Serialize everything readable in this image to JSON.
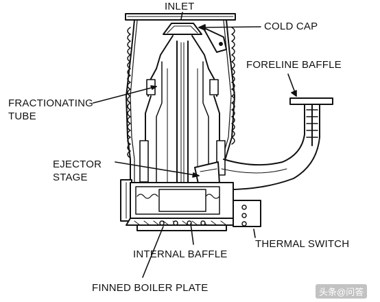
{
  "labels": {
    "inlet": "INLET",
    "cold_cap": "COLD CAP",
    "foreline_baffle": "FORELINE BAFFLE",
    "fractionating_tube_line1": "FRACTIONATING",
    "fractionating_tube_line2": "TUBE",
    "ejector_stage_line1": "EJECTOR",
    "ejector_stage_line2": "STAGE",
    "thermal_switch": "THERMAL SWITCH",
    "internal_baffle": "INTERNAL BAFFLE",
    "finned_boiler_plate": "FINNED BOILER PLATE"
  },
  "watermark": "头条@问答",
  "colors": {
    "ink": "#111111",
    "paper": "#ffffff"
  }
}
